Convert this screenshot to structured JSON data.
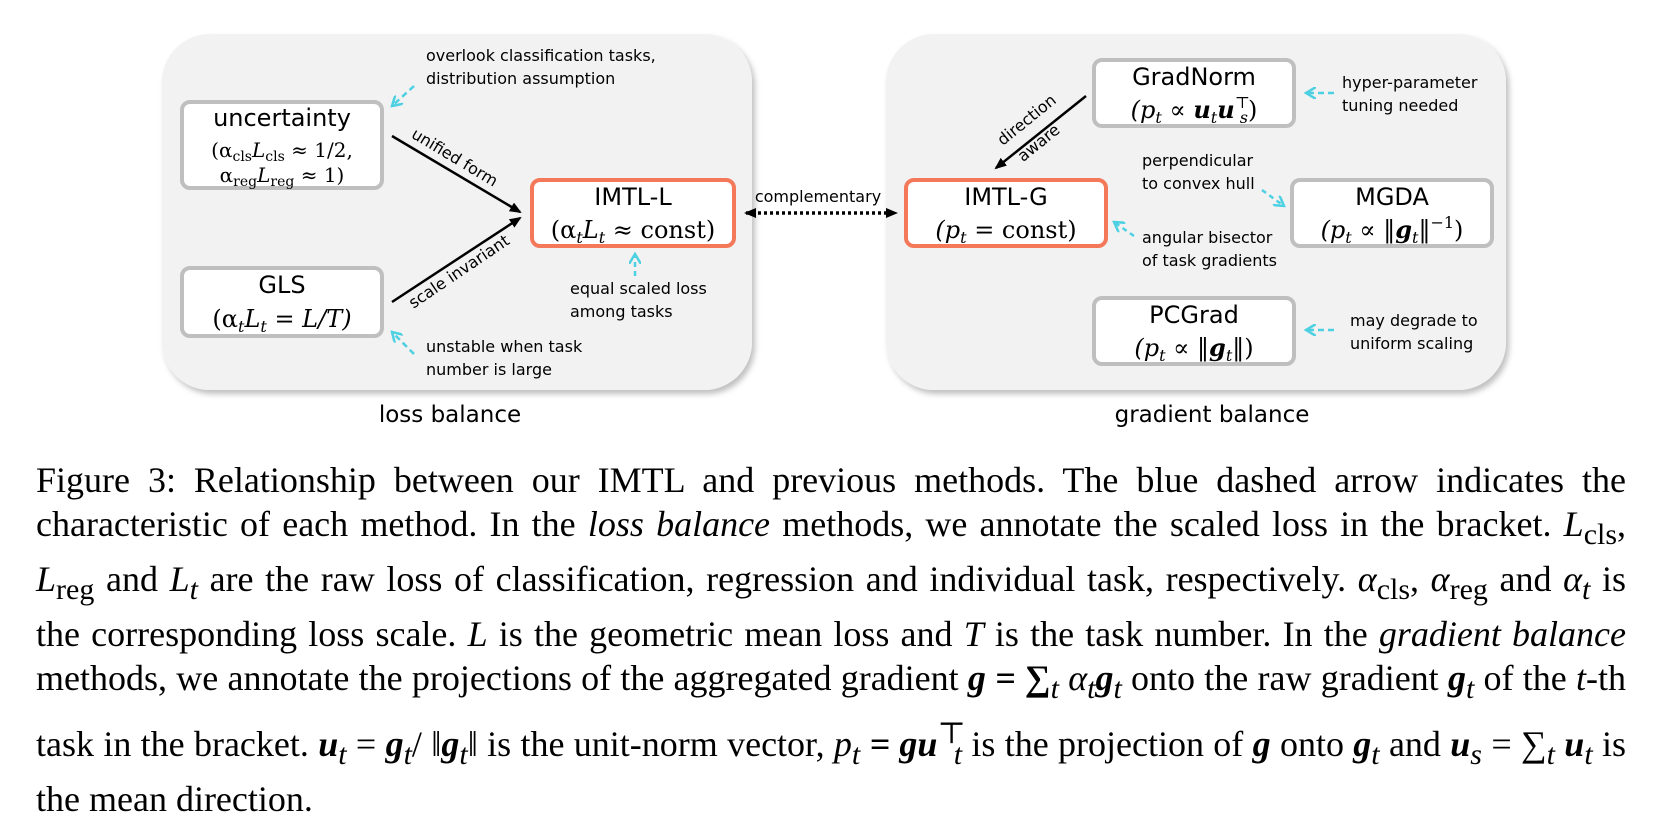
{
  "panels": {
    "loss": {
      "label": "loss balance",
      "boxes": {
        "uncertainty": {
          "title": "uncertainty",
          "line1": "(α",
          "sub_cls": "cls",
          "L": "L",
          "line1_end": " ≈ 1/2,",
          "line2_end": " ≈ 1)",
          "sub_reg": "reg"
        },
        "gls": {
          "title": "GLS",
          "formula": "(α",
          "sub_t": "t",
          "formula_end": " = L/T)"
        },
        "imtl_l": {
          "title": "IMTL-L",
          "formula": "(α",
          "sub_t": "t",
          "formula_end": " ≈ const)"
        }
      },
      "notes": {
        "uncertainty_1": "overlook classification tasks,",
        "uncertainty_2": "distribution assumption",
        "gls_1": "unstable when task",
        "gls_2": "number is large",
        "imtl_l_1": "equal scaled loss",
        "imtl_l_2": "among tasks"
      },
      "arrows": {
        "unified": "unified form",
        "scale": "scale invariant"
      }
    },
    "gradient": {
      "label": "gradient balance",
      "boxes": {
        "gradnorm": {
          "title": "GradNorm",
          "formula": "(p",
          "sub_t": "t",
          "formula_mid": " ∝ ",
          "formula_u": "u",
          "sub_s": "s",
          "sup_top": "⊤",
          "formula_end": ")"
        },
        "imtl_g": {
          "title": "IMTL-G",
          "formula": "(p",
          "sub_t": "t",
          "formula_end": " = const)"
        },
        "mgda": {
          "title": "MGDA",
          "formula": "(p",
          "sub_t": "t",
          "formula_mid": " ∝ ‖",
          "formula_g": "g",
          "formula_end": "‖",
          "sup": "−1",
          "close": ")"
        },
        "pcgrad": {
          "title": "PCGrad",
          "formula": "(p",
          "sub_t": "t",
          "formula_mid": " ∝ ‖",
          "formula_g": "g",
          "formula_end": "‖)"
        }
      },
      "notes": {
        "gradnorm_1": "hyper-parameter",
        "gradnorm_2": "tuning needed",
        "mgda_1": "perpendicular",
        "mgda_2": "to convex hull",
        "imtl_g_1": "angular bisector",
        "imtl_g_2": "of task gradients",
        "pcgrad_1": "may degrade to",
        "pcgrad_2": "uniform scaling"
      },
      "arrows": {
        "direction": "direction",
        "aware": "aware"
      }
    },
    "complementary": "complementary"
  },
  "caption": {
    "s1": "Figure 3: Relationship between our IMTL and previous methods. The blue dashed arrow indicates the characteristic of each method.  In the ",
    "s1_it": "loss balance",
    "s2": " methods, we annotate the scaled loss in the bracket.  ",
    "s3": " are the raw loss of classification, regression and individual task, respectively. ",
    "s4": " is the corresponding loss scale. ",
    "s5": " is the geometric mean loss and ",
    "s6": " is the task number. In the ",
    "s6_it": "gradient balance",
    "s7": " methods, we annotate the projections of the aggregated gradient ",
    "s8": " onto the raw gradient ",
    "s9": " of the ",
    "s10": "-th task in the bracket. ",
    "s11": " is the unit-norm vector, ",
    "s12": " is the projection of ",
    "s13": " onto ",
    "s14": " and ",
    "s15": " is the mean direction.",
    "and": " and ",
    "comma": ", ",
    "m_Lcls": "L",
    "m_cls": "cls",
    "m_Lreg": "L",
    "m_reg": "reg",
    "m_Lt": "L",
    "m_t": "t",
    "m_acls": "α",
    "m_areg": "α",
    "m_at": "α",
    "m_L": "L",
    "m_T": "T",
    "m_g_eq": "g = ∑",
    "m_sum_t": "t",
    "m_agt": " α",
    "m_gt": "g",
    "m_tvar": "t",
    "m_ut": "u",
    "m_eq": " = ",
    "m_slash": "/ ‖",
    "m_norm_end": "‖",
    "m_pt": "p",
    "m_gu": " = gu",
    "m_top": "⊤",
    "m_g": "g",
    "m_us": "u",
    "m_s": "s",
    "m_sum": " = ∑",
    "m_u": " u"
  }
}
